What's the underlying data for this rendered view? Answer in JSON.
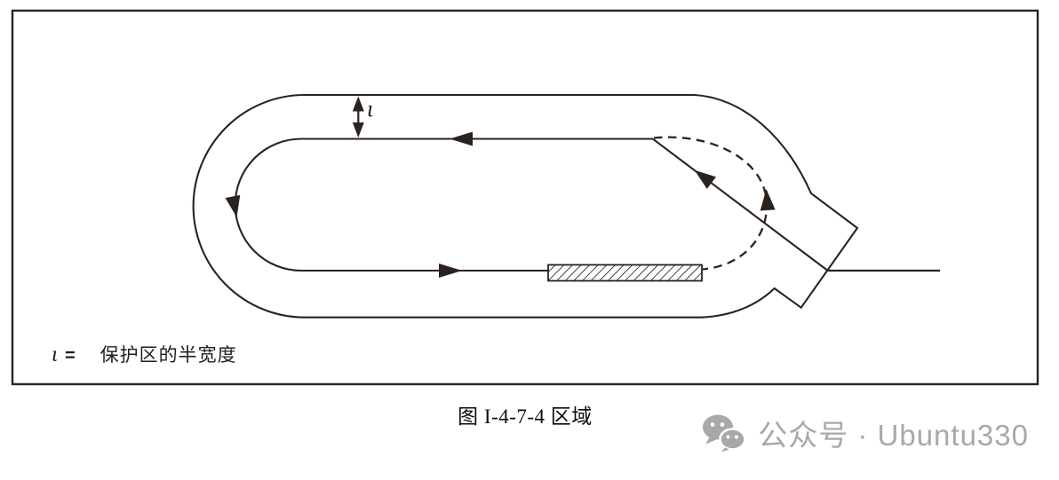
{
  "figure": {
    "caption": "图 I-4-7-4 区域",
    "legend": {
      "symbol": "ι",
      "equals": "=",
      "definition": "保护区的半宽度"
    },
    "dimension": {
      "label": "ι"
    },
    "colors": {
      "line": "#2b221e",
      "background": "#ffffff"
    }
  },
  "watermark": {
    "icon": "wechat-icon",
    "text": "公众号 · Ubuntu330",
    "color": "#a8a8a8"
  }
}
